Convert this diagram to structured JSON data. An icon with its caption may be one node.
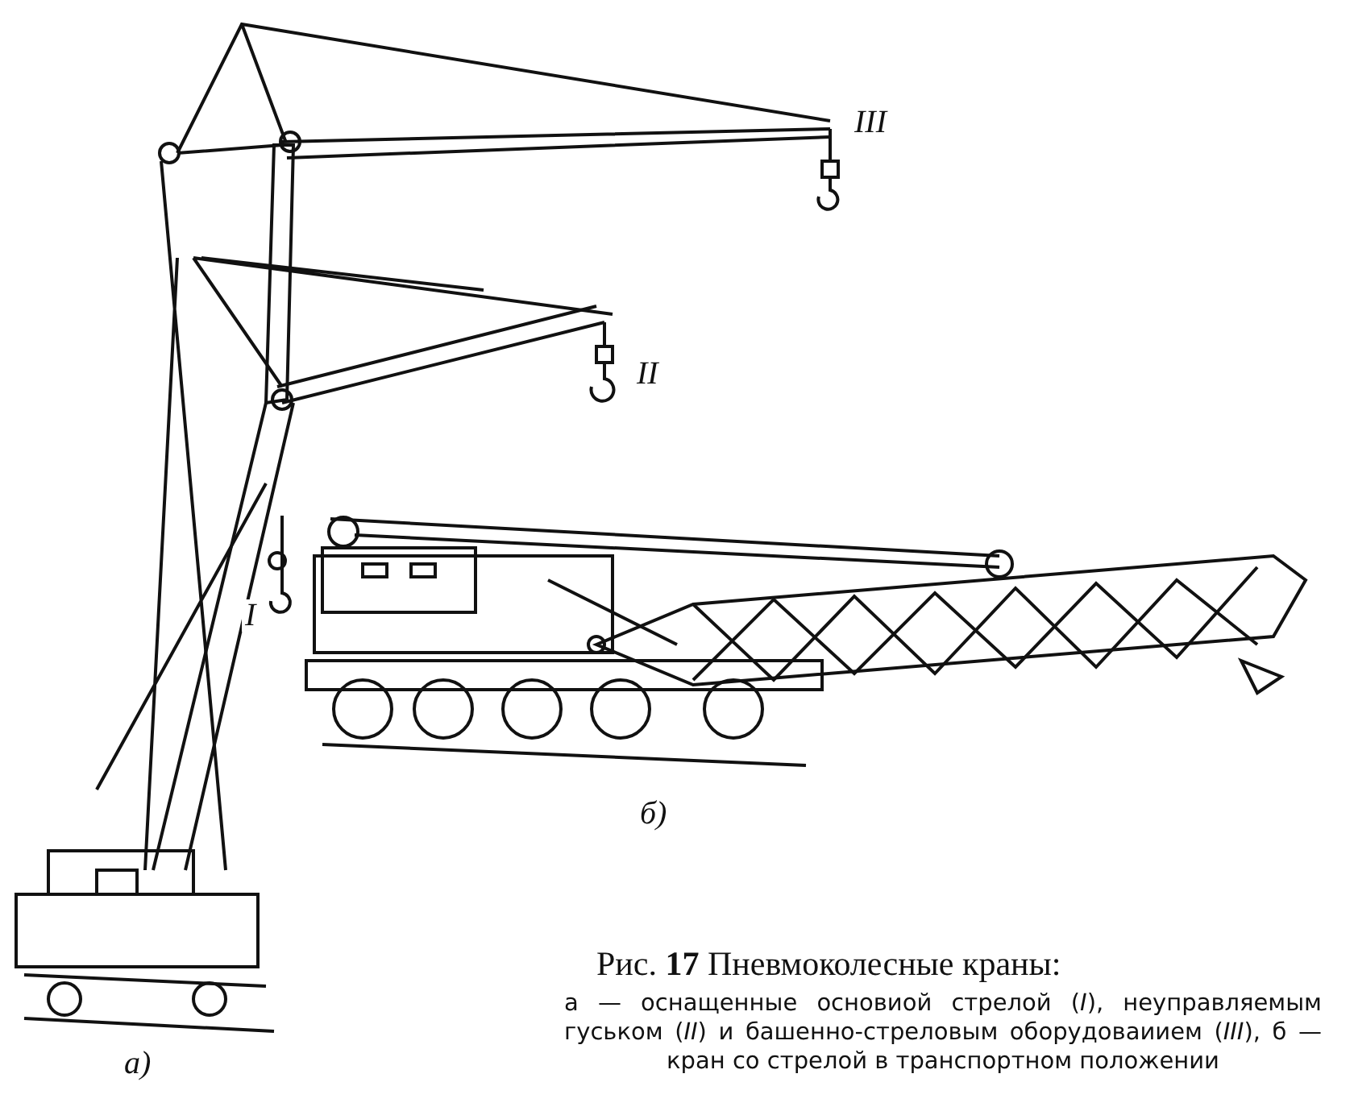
{
  "diagram": {
    "title": "Рис. **17** Пневмоколесные краны:",
    "caption": "а — оснащенные основиой стрелой (*I*), неуправляемым гуськом (*II*) и башенно-стреловым оборудоваиием (*III*), б — кран со стрелой в транспортном положении",
    "labels": [
      "III",
      "II",
      "I",
      "б)",
      "а)"
    ]
  }
}
